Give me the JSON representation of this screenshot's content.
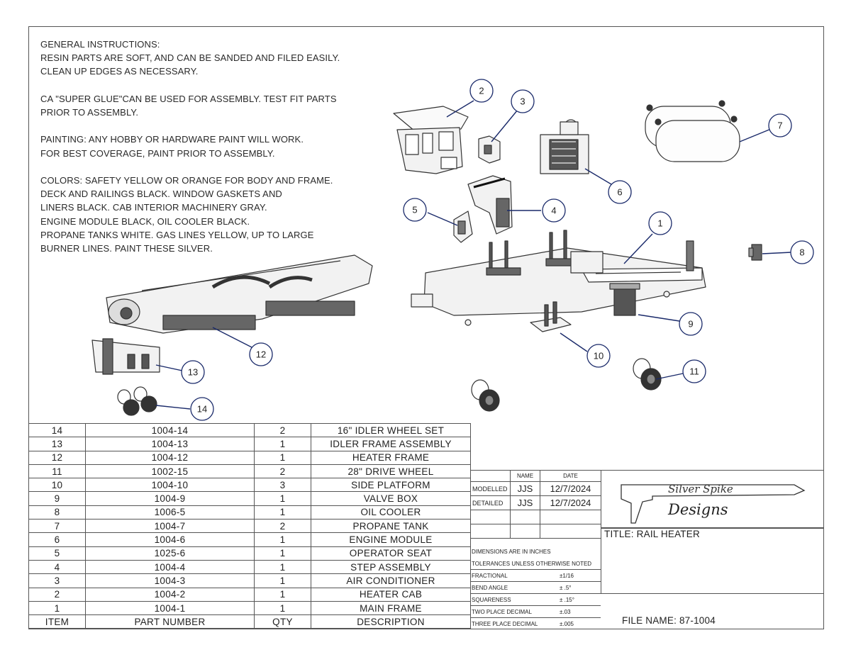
{
  "instructions": [
    [
      "GENERAL INSTRUCTIONS:",
      "RESIN PARTS ARE SOFT, AND CAN BE SANDED AND FILED EASILY.",
      "CLEAN UP EDGES AS NECESSARY."
    ],
    [
      "CA \"SUPER GLUE\"CAN BE USED FOR ASSEMBLY. TEST FIT PARTS",
      "PRIOR TO ASSEMBLY."
    ],
    [
      "PAINTING:  ANY HOBBY OR HARDWARE PAINT WILL WORK.",
      "FOR BEST COVERAGE, PAINT PRIOR TO ASSEMBLY."
    ],
    [
      "COLORS:  SAFETY YELLOW OR ORANGE FOR BODY AND FRAME.",
      "DECK AND RAILINGS BLACK.  WINDOW GASKETS AND",
      "LINERS BLACK.  CAB INTERIOR MACHINERY GRAY.",
      "ENGINE MODULE BLACK, OIL COOLER BLACK.",
      "PROPANE TANKS WHITE.  GAS LINES YELLOW, UP TO LARGE",
      "BURNER LINES. PAINT THESE SILVER."
    ]
  ],
  "callouts": [
    "1",
    "2",
    "3",
    "4",
    "5",
    "6",
    "7",
    "8",
    "9",
    "10",
    "11",
    "12",
    "13",
    "14"
  ],
  "bom": {
    "rows": [
      {
        "item": "14",
        "part": "1004-14",
        "qty": "2",
        "desc": "16\" IDLER WHEEL SET"
      },
      {
        "item": "13",
        "part": "1004-13",
        "qty": "1",
        "desc": "IDLER FRAME ASSEMBLY"
      },
      {
        "item": "12",
        "part": "1004-12",
        "qty": "1",
        "desc": "HEATER FRAME"
      },
      {
        "item": "11",
        "part": "1002-15",
        "qty": "2",
        "desc": "28\" DRIVE WHEEL"
      },
      {
        "item": "10",
        "part": "1004-10",
        "qty": "3",
        "desc": "SIDE PLATFORM"
      },
      {
        "item": "9",
        "part": "1004-9",
        "qty": "1",
        "desc": "VALVE BOX"
      },
      {
        "item": "8",
        "part": "1006-5",
        "qty": "1",
        "desc": "OIL COOLER"
      },
      {
        "item": "7",
        "part": "1004-7",
        "qty": "2",
        "desc": "PROPANE TANK"
      },
      {
        "item": "6",
        "part": "1004-6",
        "qty": "1",
        "desc": "ENGINE MODULE"
      },
      {
        "item": "5",
        "part": "1025-6",
        "qty": "1",
        "desc": "OPERATOR SEAT"
      },
      {
        "item": "4",
        "part": "1004-4",
        "qty": "1",
        "desc": "STEP ASSEMBLY"
      },
      {
        "item": "3",
        "part": "1004-3",
        "qty": "1",
        "desc": "AIR CONDITIONER"
      },
      {
        "item": "2",
        "part": "1004-2",
        "qty": "1",
        "desc": "HEATER CAB"
      },
      {
        "item": "1",
        "part": "1004-1",
        "qty": "1",
        "desc": "MAIN FRAME"
      }
    ],
    "header": {
      "item": "ITEM",
      "part": "PART NUMBER",
      "qty": "QTY",
      "desc": "DESCRIPTION"
    }
  },
  "title_block": {
    "col_name": "NAME",
    "col_date": "DATE",
    "modelled_label": "MODELLED",
    "modelled_name": "JJS",
    "modelled_date": "12/7/2024",
    "detailed_label": "DETAILED",
    "detailed_name": "JJS",
    "detailed_date": "12/7/2024",
    "dims_note": "DIMENSIONS ARE IN INCHES",
    "tol_note": "TOLERANCES UNLESS OTHERWISE NOTED",
    "tolerances": [
      {
        "label": "FRACTIONAL",
        "value": "±1/16"
      },
      {
        "label": "BEND ANGLE",
        "value": "± .5°"
      },
      {
        "label": "SQUARENESS",
        "value": "± .15°"
      },
      {
        "label": "TWO PLACE DECIMAL",
        "value": "±.03"
      },
      {
        "label": "THREE PLACE DECIMAL",
        "value": "±.005"
      }
    ],
    "title_label": "TITLE:",
    "title": "RAIL HEATER",
    "file_label": "FILE NAME:",
    "file_name": "87-1004",
    "logo_line1": "Silver Spike",
    "logo_line2": "Designs"
  }
}
